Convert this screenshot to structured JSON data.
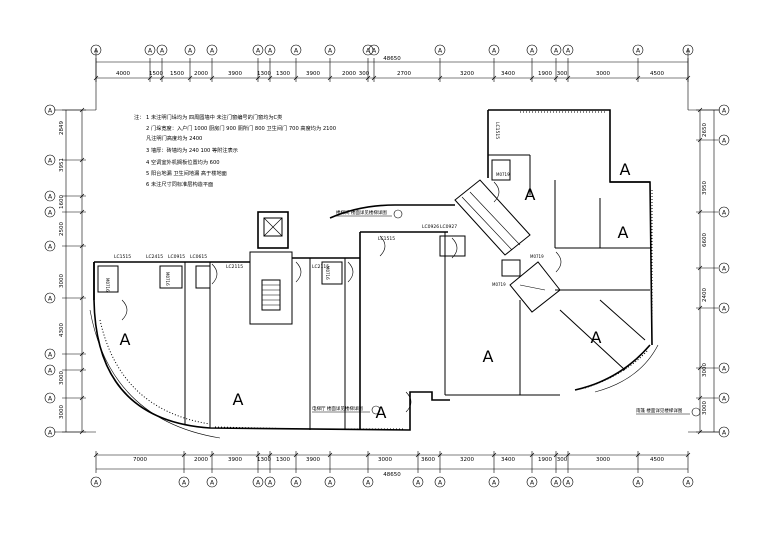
{
  "dims_top": [
    "4000",
    "1500",
    "1500",
    "2000",
    "3900",
    "1300",
    "1300",
    "3900",
    "2000",
    "300",
    "2700",
    "3200",
    "3400",
    "1900",
    "300",
    "3000",
    "4500"
  ],
  "dims_bottom": [
    "7000",
    "2000",
    "3900",
    "1300",
    "1300",
    "3900",
    "3000",
    "3600",
    "3200",
    "3400",
    "1900",
    "300",
    "3000",
    "4500"
  ],
  "total_dim": "48650",
  "dims_left": [
    "2849",
    "3951",
    "1600",
    "2500",
    "3000",
    "4300",
    "3000",
    "3000"
  ],
  "dims_right": [
    "2650",
    "3950",
    "6600",
    "2400",
    "3000",
    "3000"
  ],
  "axis_bubble": "Ⓐ",
  "notes": [
    "1 未注明门垛均为    四周圆墙中    未注门窗编号的门窗均为C类",
    "2 门垛宽度：入户门 1000 厨房门 900 厕所门 800 卫生间门 700 高度均为 2100",
    "   凡注明门高度均为 2400",
    "3 墙厚：砖墙均为 240 100 等附注表示",
    "4 空调室外机搁板位置均为 600",
    "5 阳台地漏 卫生间地漏 高于楼地面",
    "6 未注尺寸同标准层构造平面"
  ],
  "notes_prefix": "注：",
  "window_labels": [
    "LC1515",
    "LC2415",
    "LC0915",
    "LC0615",
    "LC2115",
    "LC1515",
    "LC0926",
    "LC0927",
    "LC1515",
    "LC2115"
  ],
  "door_labels": [
    "M0716",
    "M0716",
    "M0716",
    "M0719",
    "M0719",
    "M0719"
  ],
  "room_letters": [
    "A",
    "A",
    "A",
    "A",
    "A",
    "A",
    "A",
    "A"
  ],
  "callouts": [
    "楼梯间   楼面详见楼梯详图",
    "电梯厅   楼面详见楼梯详图",
    "雨篷   楼面详见楼梯详图"
  ]
}
